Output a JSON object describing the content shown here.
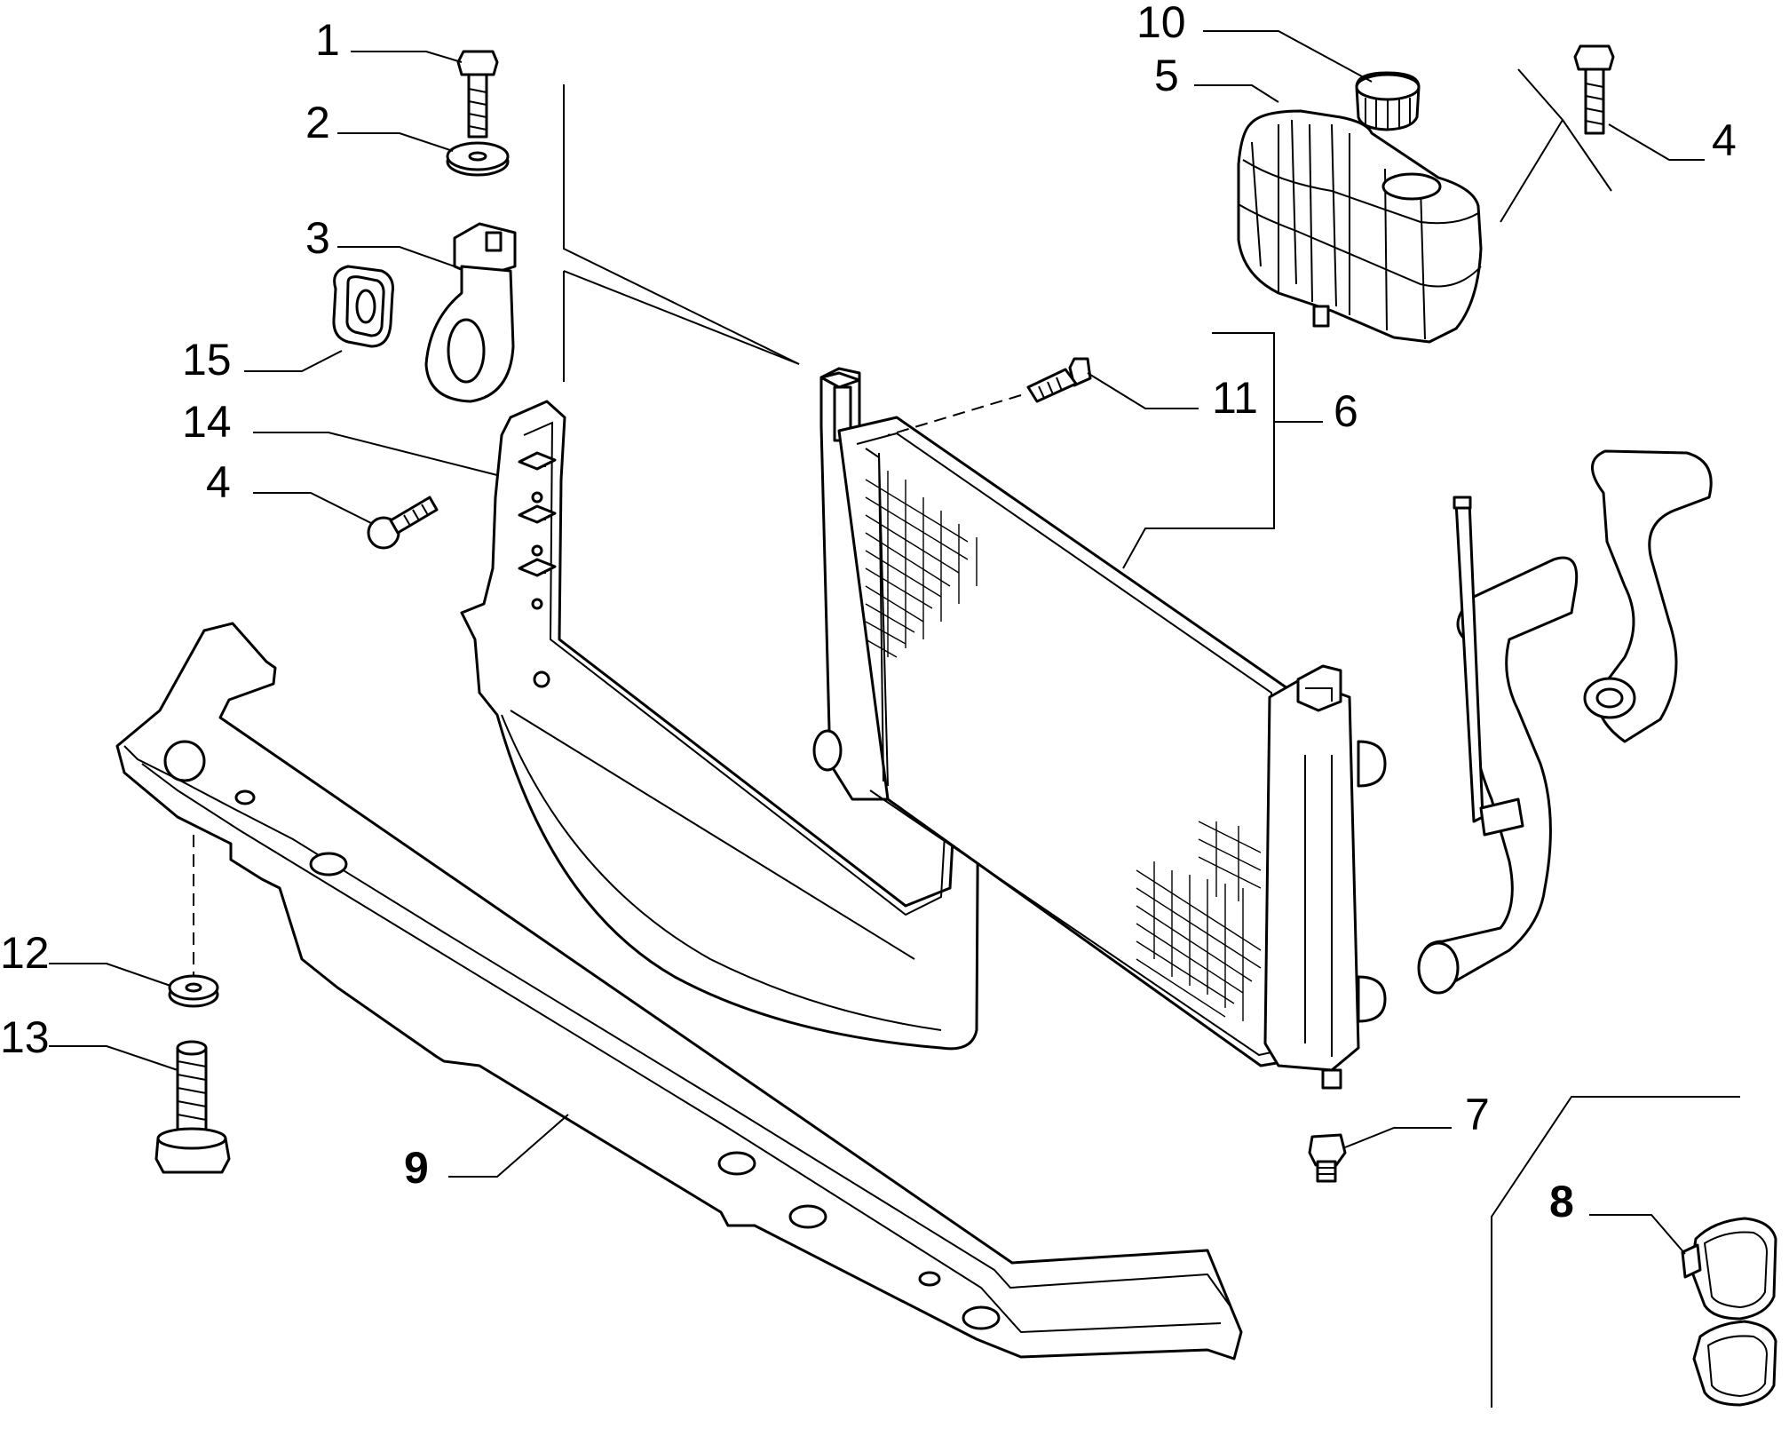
{
  "callouts": [
    {
      "id": "1",
      "label": "1"
    },
    {
      "id": "2",
      "label": "2"
    },
    {
      "id": "3",
      "label": "3"
    },
    {
      "id": "4a",
      "label": "4"
    },
    {
      "id": "4b",
      "label": "4"
    },
    {
      "id": "5",
      "label": "5"
    },
    {
      "id": "6",
      "label": "6"
    },
    {
      "id": "7",
      "label": "7"
    },
    {
      "id": "8",
      "label": "8"
    },
    {
      "id": "9",
      "label": "9"
    },
    {
      "id": "10",
      "label": "10"
    },
    {
      "id": "11",
      "label": "11"
    },
    {
      "id": "12",
      "label": "12"
    },
    {
      "id": "13",
      "label": "13"
    },
    {
      "id": "14",
      "label": "14"
    },
    {
      "id": "15",
      "label": "15"
    }
  ]
}
